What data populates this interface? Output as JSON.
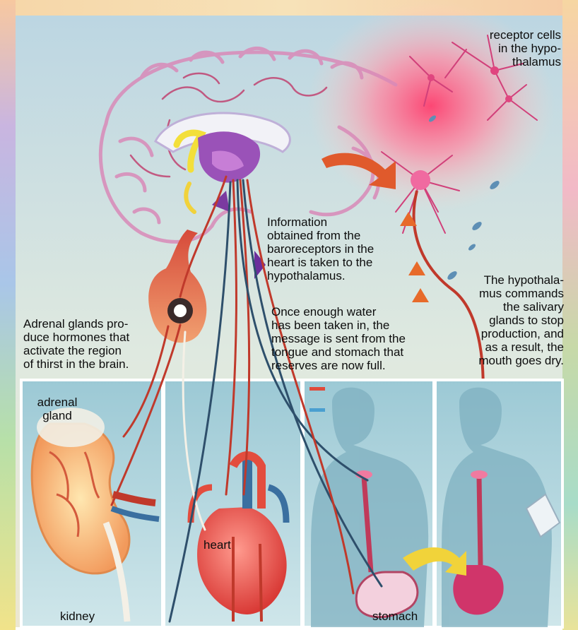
{
  "labels": {
    "receptor_cells": "receptor cells\nin the hypo-\nthalamus",
    "baroreceptors_info": "Information\nobtained from the\nbaroreceptors in the\nheart is taken to the\nhypothalamus.",
    "adrenal_hormones": "Adrenal glands pro-\nduce hormones that\nactivate the region\nof thirst in the brain.",
    "water_message": "Once enough water\nhas been taken in, the\nmessage is sent from the\ntongue and stomach that\nreserves are now full.",
    "hypothalamus_command": "The hypothala-\nmus commands\nthe salivary\nglands to stop\nproduction, and\nas a result, the\nmouth goes dry.",
    "adrenal_gland": "adrenal\ngland",
    "heart": "heart",
    "kidney": "kidney",
    "stomach": "stomach"
  },
  "colors": {
    "sky": "#c6dde3",
    "panel": "#8fc4d2",
    "nerve_red": "#c0392b",
    "nerve_blue": "#2e4f6b",
    "brain_pink": "#d97fb6",
    "glow": "#ff5f8a"
  }
}
